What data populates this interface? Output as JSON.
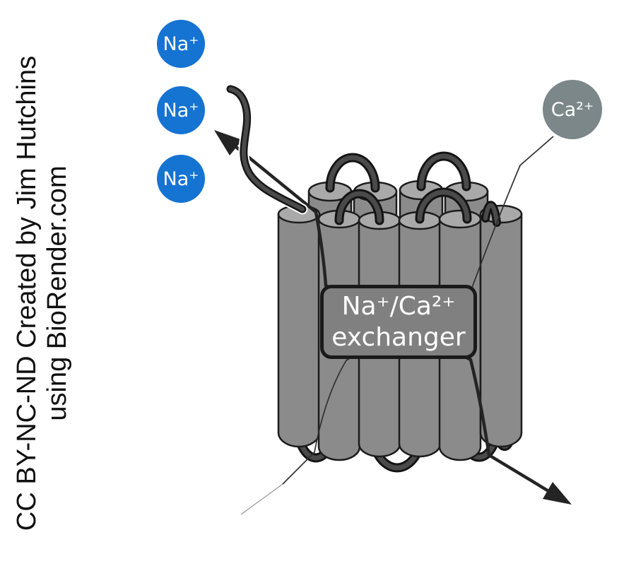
{
  "credit": {
    "line1": "CC BY-NC-ND Created by Jim Hutchins",
    "line2": "using BioRender.com"
  },
  "ions": {
    "sodium": {
      "label": "Na⁺",
      "count": 3,
      "color": "#1573d2",
      "text_color": "#ffffff"
    },
    "calcium": {
      "label": "Ca²⁺",
      "count": 1,
      "color": "#7b8788",
      "text_color": "#ffffff"
    }
  },
  "protein": {
    "name_line1": "Na⁺/Ca²⁺",
    "name_line2": "exchanger",
    "label_bg": "#808080",
    "label_border": "#1a1a1a",
    "label_text_color": "#ffffff",
    "helix_body_color": "#8b8b8b",
    "helix_top_color": "#a9a9a9",
    "helix_outline_color": "#1c1c1c",
    "loop_color": "#4a4a4a",
    "loop_outline_color": "#141414"
  },
  "arrows": {
    "exchange_arrow_color": "#242424",
    "calcium_path_color": "#2f2f2f"
  }
}
